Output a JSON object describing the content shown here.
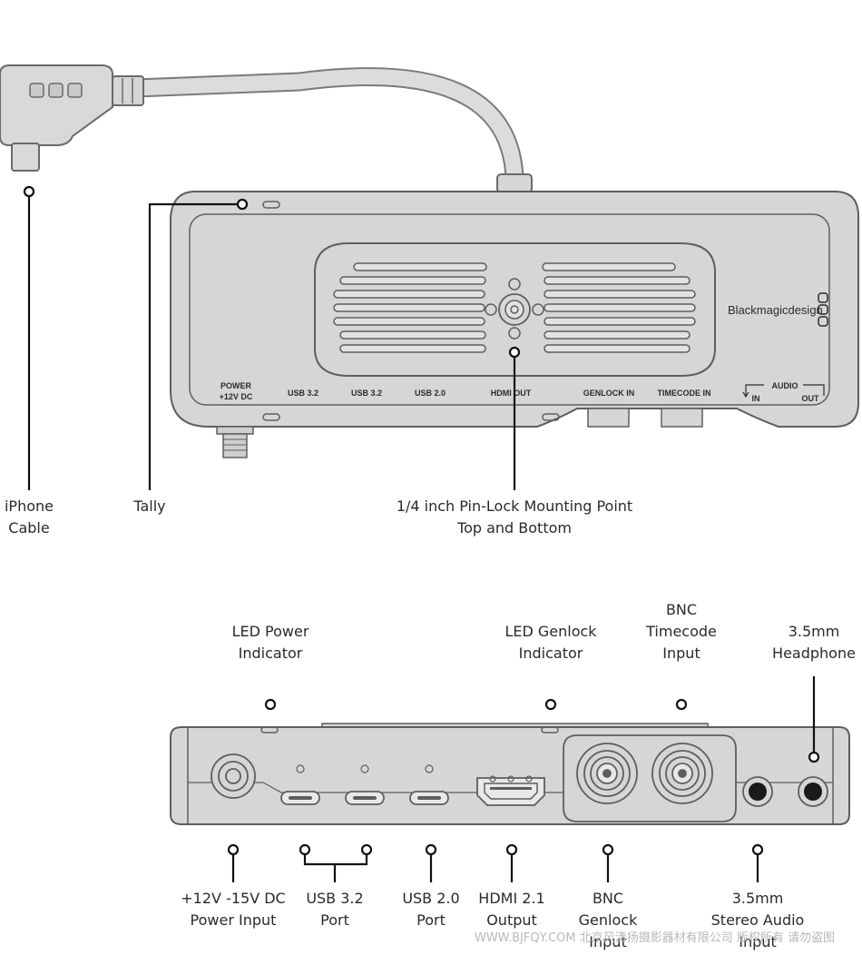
{
  "top_view": {
    "brand": "Blackmagicdesign",
    "silkscreen": {
      "power_line1": "POWER",
      "power_line2": "+12V DC",
      "usb32_a": "USB 3.2",
      "usb32_b": "USB 3.2",
      "usb20": "USB 2.0",
      "hdmi_out": "HDMI OUT",
      "genlock_in": "GENLOCK IN",
      "timecode_in": "TIMECODE IN",
      "audio": "AUDIO",
      "audio_in": "IN",
      "audio_out": "OUT"
    },
    "callouts": {
      "iphone_cable": [
        "iPhone",
        "Cable"
      ],
      "tally": [
        "Tally"
      ],
      "mount": [
        "1/4 inch Pin-Lock Mounting Point",
        "Top and Bottom"
      ]
    }
  },
  "front_view": {
    "callouts_top": {
      "led_power": [
        "LED Power",
        "Indicator"
      ],
      "led_genlock": [
        "LED Genlock",
        "Indicator"
      ],
      "bnc_timecode": [
        "BNC",
        "Timecode",
        "Input"
      ],
      "headphone": [
        "3.5mm",
        "Headphone"
      ]
    },
    "callouts_bottom": {
      "power_input": [
        "+12V -15V DC",
        "Power Input"
      ],
      "usb32": [
        "USB 3.2",
        "Port"
      ],
      "usb20": [
        "USB 2.0",
        "Port"
      ],
      "hdmi": [
        "HDMI 2.1",
        "Output"
      ],
      "bnc_genlock": [
        "BNC",
        "Genlock",
        "Input"
      ],
      "stereo_audio": [
        "3.5mm",
        "Stereo Audio",
        "Input"
      ]
    }
  },
  "watermark": "WWW.BJFQY.COM 北京风清扬摄影器材有限公司 版权所有 请勿盗图"
}
